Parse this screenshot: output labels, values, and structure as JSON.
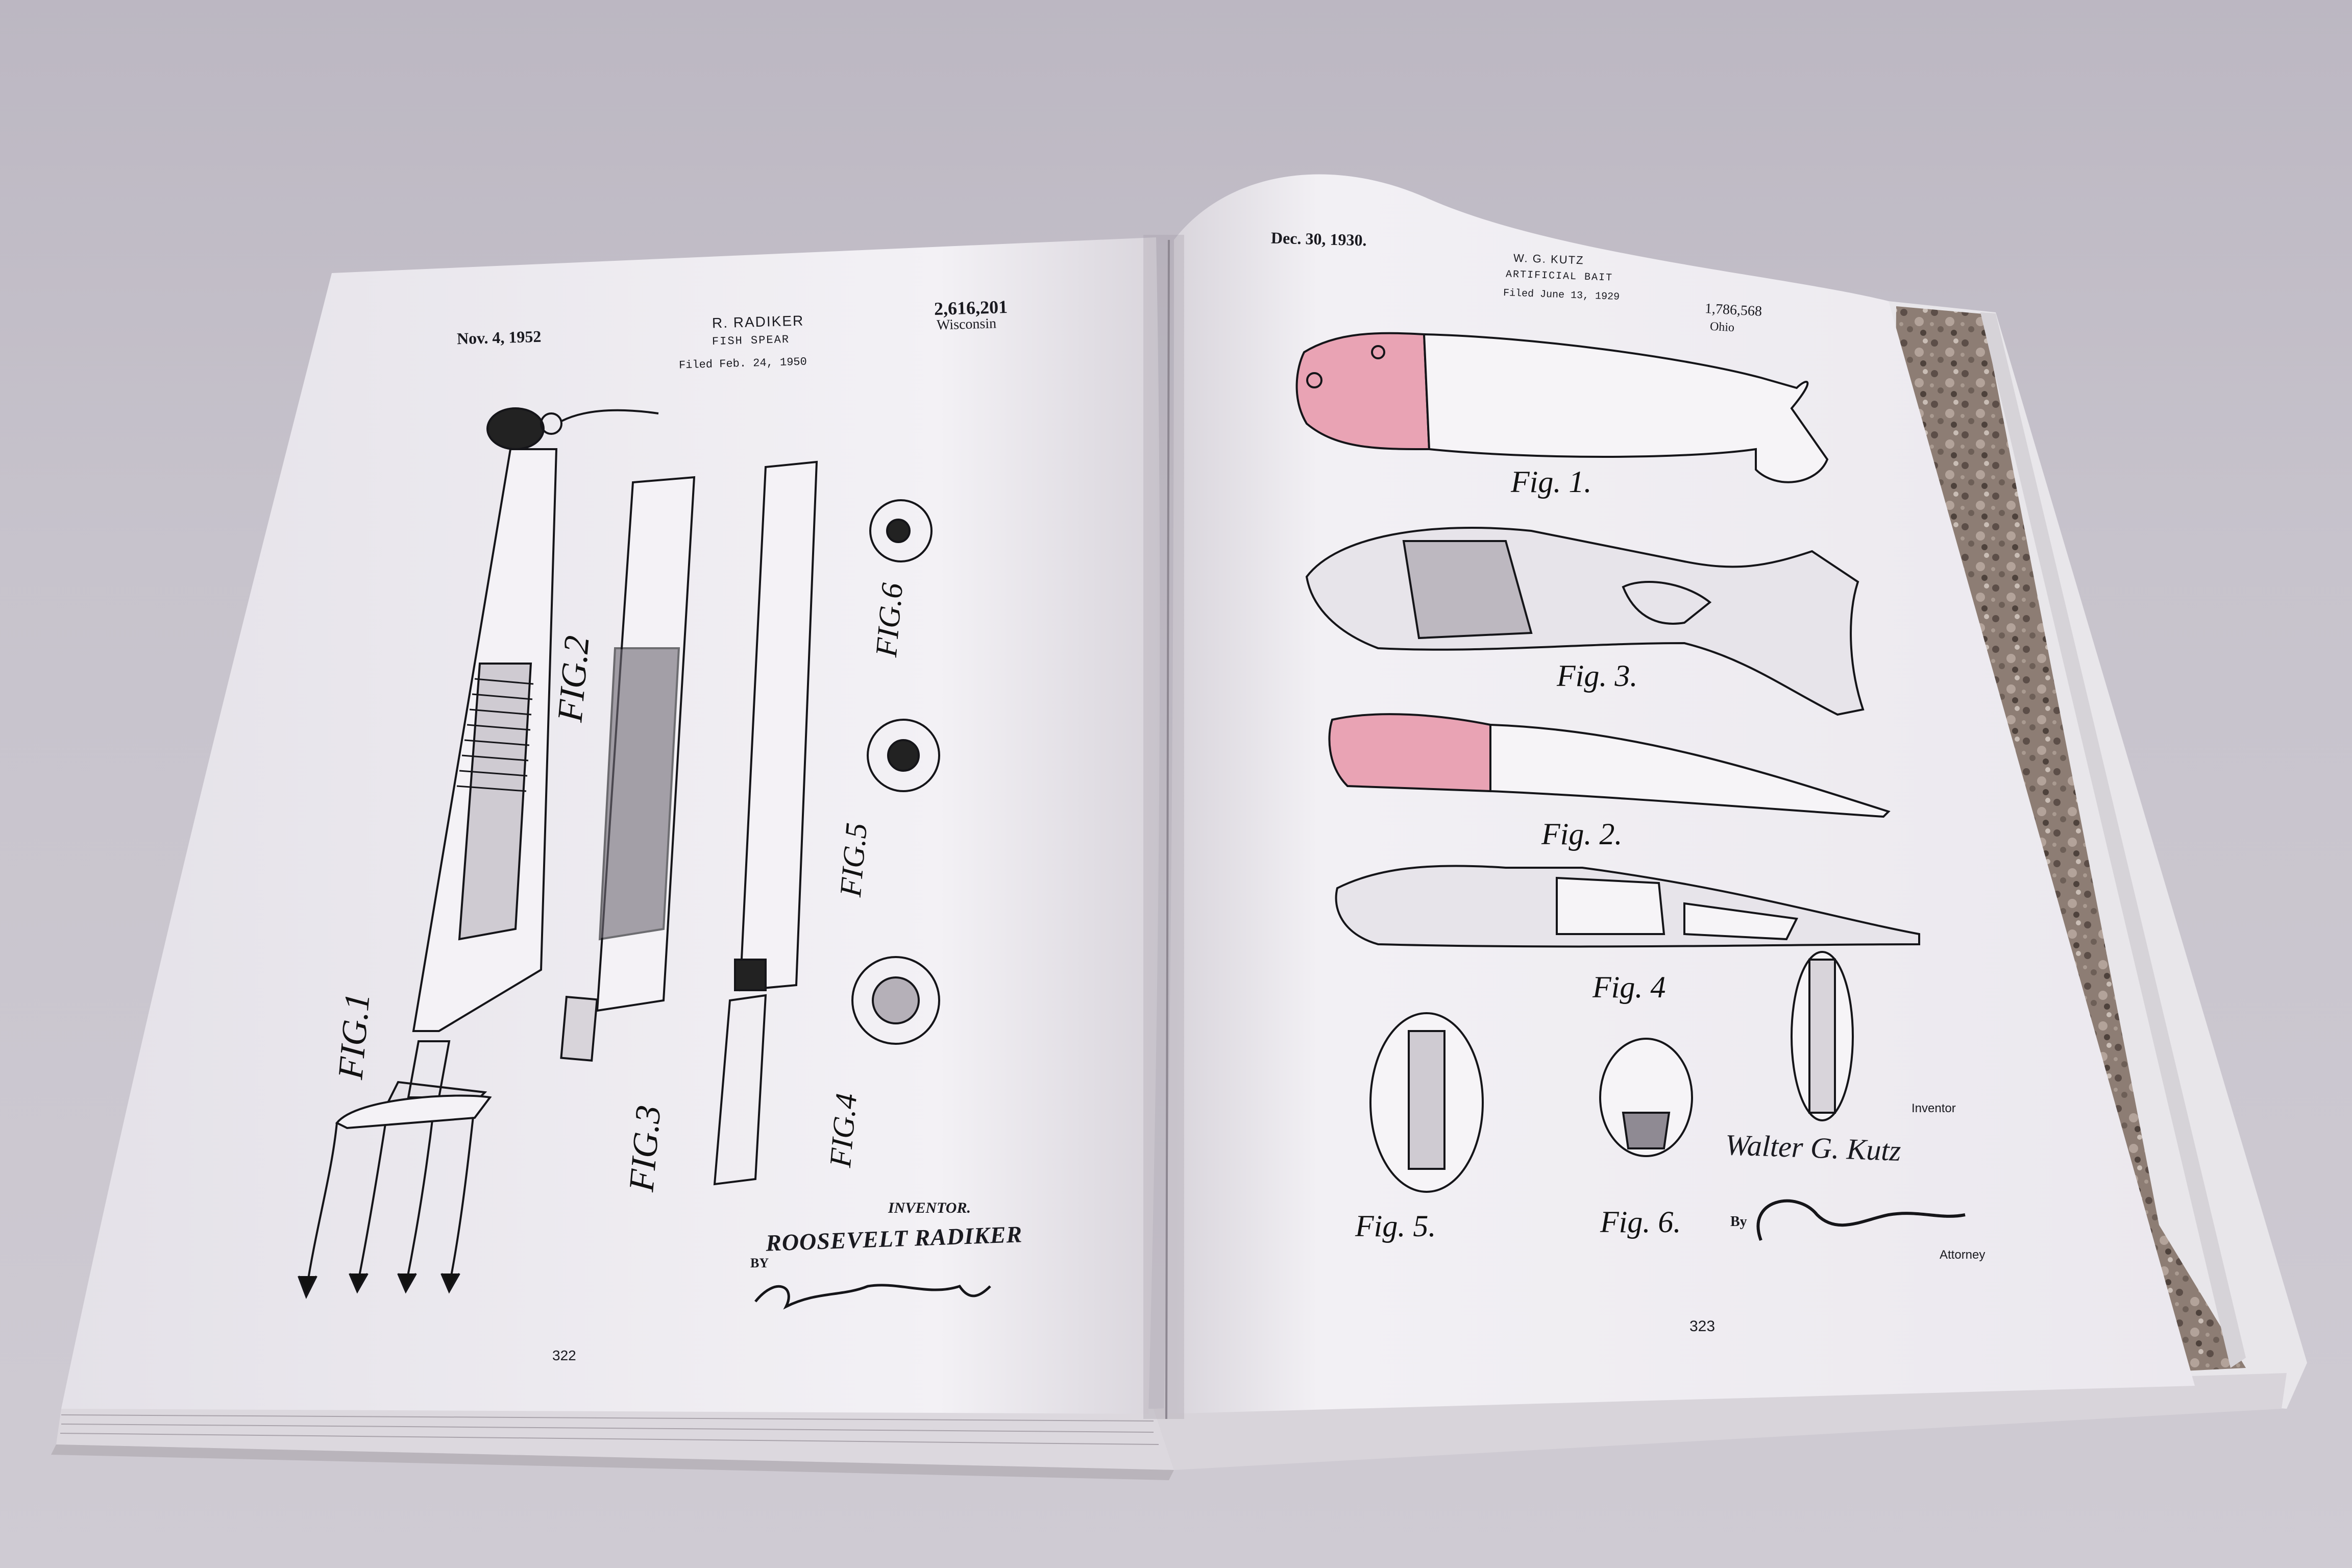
{
  "book": {
    "colors": {
      "page": "#f1eff3",
      "ink": "#111116",
      "pink": "#e9a3b4",
      "cover": "#9a8a80",
      "background": "#c5c1ca"
    },
    "left_page": {
      "date": "Nov. 4, 1952",
      "inventor_name": "R. RADIKER",
      "title": "FISH SPEAR",
      "filed": "Filed Feb. 24, 1950",
      "patent_number": "2,616,201",
      "state": "Wisconsin",
      "figures": [
        "FIG.1",
        "FIG.2",
        "FIG.3",
        "FIG.4",
        "FIG.5",
        "FIG.6"
      ],
      "inventor_label": "INVENTOR.",
      "inventor_full": "ROOSEVELT RADIKER",
      "by": "BY",
      "page_number": "322"
    },
    "right_page": {
      "date": "Dec. 30, 1930.",
      "inventor_name": "W. G. KUTZ",
      "title": "ARTIFICIAL BAIT",
      "filed": "Filed June 13, 1929",
      "patent_number": "1,786,568",
      "state": "Ohio",
      "figures": [
        "Fig. 1.",
        "Fig. 2.",
        "Fig. 3.",
        "Fig. 4",
        "Fig. 5.",
        "Fig. 6."
      ],
      "inventor_label": "Inventor",
      "inventor_signature": "Walter G. Kutz",
      "by": "By",
      "attorney_label": "Attorney",
      "page_number": "323"
    }
  }
}
